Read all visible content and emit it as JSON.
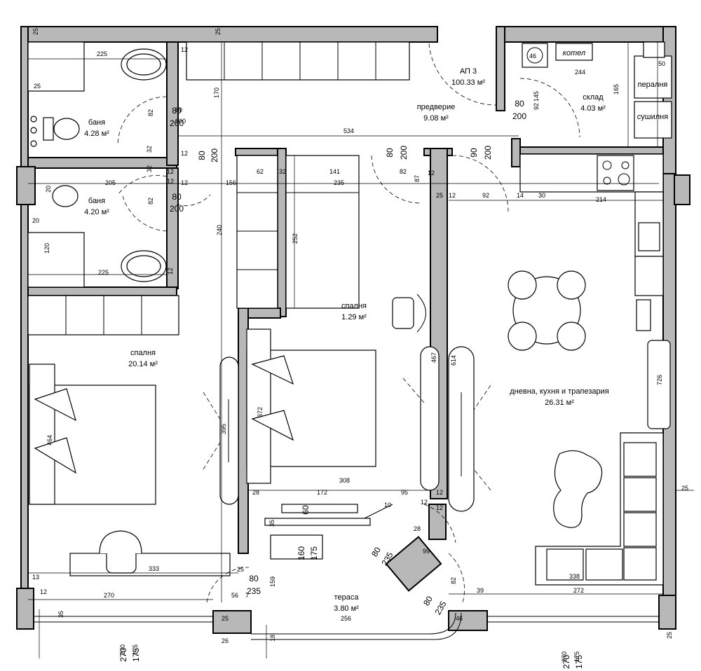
{
  "apartment": {
    "name": "АП 3",
    "area": "100.33 м²"
  },
  "rooms": [
    {
      "id": "bath1",
      "name": "баня",
      "area": "4.28 м²"
    },
    {
      "id": "bath2",
      "name": "баня",
      "area": "4.20 м²"
    },
    {
      "id": "hall",
      "name": "предверие",
      "area": "9.08 м²"
    },
    {
      "id": "storage",
      "name": "склад",
      "area": "4.03 м²"
    },
    {
      "id": "bed1",
      "name": "спалня",
      "area": "20.14 м²"
    },
    {
      "id": "bed2",
      "name": "спалня",
      "area": "1.29 м²"
    },
    {
      "id": "living",
      "name": "дневна, кухня и трапезария",
      "area": "26.31 м²"
    },
    {
      "id": "terrace",
      "name": "тераса",
      "area": "3.80 м²"
    }
  ],
  "appliances": {
    "boiler": "котел",
    "boiler_cap": "46",
    "washer": "пералня",
    "dryer": "сушилня"
  },
  "doors": [
    {
      "w": "80",
      "h": "200"
    },
    {
      "w": "80",
      "h": "200"
    },
    {
      "w": "80",
      "h": "200"
    },
    {
      "w": "80",
      "h": "200"
    },
    {
      "w": "80",
      "h": "200"
    },
    {
      "w": "90",
      "h": "200"
    },
    {
      "w": "80",
      "h": "235"
    },
    {
      "w": "80",
      "h": "235"
    },
    {
      "w": "80",
      "h": "235"
    }
  ],
  "windows": [
    {
      "w": "60",
      "h": "175"
    },
    {
      "w": "160",
      "h": "175"
    }
  ],
  "dimensions": [
    "25",
    "25",
    "225",
    "12",
    "25",
    "170",
    "534",
    "82",
    "32",
    "12",
    "32",
    "82",
    "80",
    "200",
    "205",
    "12",
    "20",
    "20",
    "120",
    "225",
    "12",
    "62",
    "32",
    "141",
    "82",
    "12",
    "156",
    "235",
    "244",
    "50",
    "165",
    "145",
    "92",
    "14",
    "30",
    "214",
    "92",
    "25",
    "12",
    "87",
    "240",
    "252",
    "467",
    "614",
    "726",
    "308",
    "172",
    "95",
    "28",
    "12",
    "12",
    "395",
    "372",
    "464",
    "333",
    "270",
    "13",
    "12",
    "25",
    "56",
    "7",
    "159",
    "272",
    "39",
    "82",
    "338",
    "25",
    "256",
    "46",
    "18",
    "26",
    "25",
    "35",
    "270",
    "175",
    "270",
    "175",
    "12",
    "12",
    "35",
    "28",
    "99",
    "12",
    "10",
    "25"
  ],
  "sheet_bottom_labels": [
    "270",
    "175",
    "270",
    "175"
  ]
}
